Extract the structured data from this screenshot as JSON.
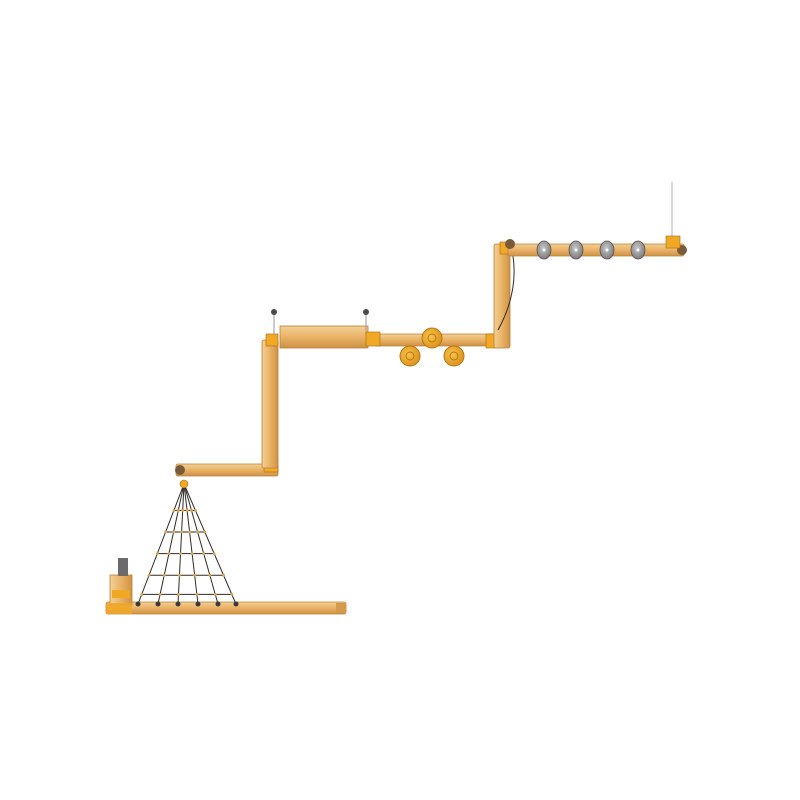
{
  "scene": {
    "kind": "playground-equipment-top-view",
    "colors": {
      "background": "#ffffff",
      "wood": "#e9b266",
      "wood_light": "#f2c98c",
      "wood_dark": "#c98a3c",
      "steel_yellow": "#f0a825",
      "steel_dark": "#a36b12",
      "rope": "#2e2a26",
      "rope_knot": "#d9a24a",
      "disc_grey": "#9c9c9c",
      "disc_dark": "#5a5a5a",
      "pole_grey": "#7a7a7a"
    }
  },
  "components": {
    "rope_pyramid_net": "rope-pyramid-net",
    "log_bridge": "log-bridge",
    "stepping_discs": "stepping-discs",
    "hanging_rings": "hanging-rings",
    "end_post": "end-post"
  }
}
